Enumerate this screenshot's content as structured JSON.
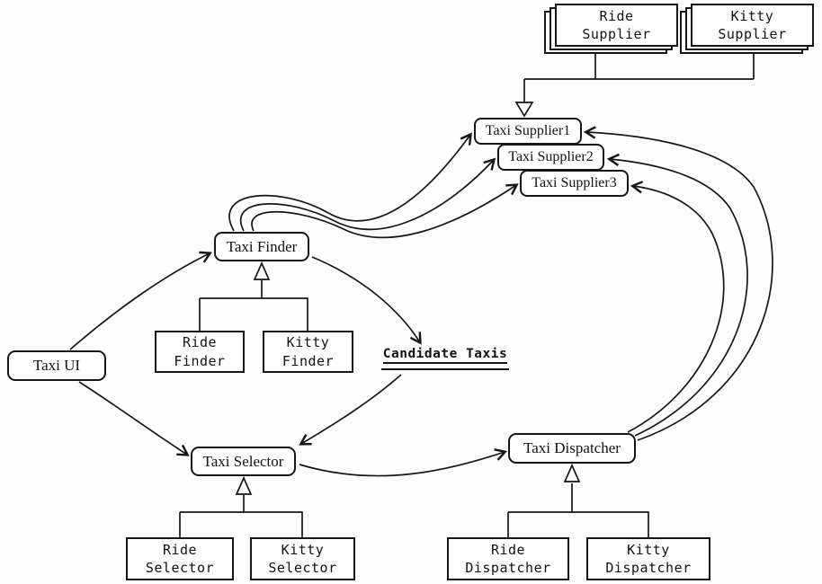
{
  "diagram": {
    "kind": "class-collaboration-diagram",
    "colors": {
      "stroke": "#161616",
      "background": "#ffffff"
    },
    "nodes": {
      "ride_supplier": {
        "label": "Ride\nSupplier",
        "shape": "stacked-rect"
      },
      "kitty_supplier": {
        "label": "Kitty\nSupplier",
        "shape": "stacked-rect"
      },
      "taxi_supplier1": {
        "label": "Taxi Supplier1",
        "shape": "rounded"
      },
      "taxi_supplier2": {
        "label": "Taxi Supplier2",
        "shape": "rounded"
      },
      "taxi_supplier3": {
        "label": "Taxi Supplier3",
        "shape": "rounded"
      },
      "taxi_finder": {
        "label": "Taxi Finder",
        "shape": "rounded"
      },
      "ride_finder": {
        "label": "Ride\nFinder",
        "shape": "rect"
      },
      "kitty_finder": {
        "label": "Kitty\nFinder",
        "shape": "rect"
      },
      "taxi_ui": {
        "label": "Taxi UI",
        "shape": "rounded"
      },
      "candidate_taxis": {
        "label": "Candidate Taxis",
        "shape": "underlined-text"
      },
      "taxi_selector": {
        "label": "Taxi Selector",
        "shape": "rounded"
      },
      "ride_selector": {
        "label": "Ride\nSelector",
        "shape": "rect"
      },
      "kitty_selector": {
        "label": "Kitty\nSelector",
        "shape": "rect"
      },
      "taxi_dispatcher": {
        "label": "Taxi Dispatcher",
        "shape": "rounded"
      },
      "ride_dispatcher": {
        "label": "Ride\nDispatcher",
        "shape": "rect"
      },
      "kitty_dispatcher": {
        "label": "Kitty\nDispatcher",
        "shape": "rect"
      }
    },
    "edges": [
      {
        "from": "ride_supplier",
        "to": "taxi_supplier1",
        "type": "generalization"
      },
      {
        "from": "kitty_supplier",
        "to": "taxi_supplier1",
        "type": "generalization"
      },
      {
        "from": "ride_finder",
        "to": "taxi_finder",
        "type": "generalization"
      },
      {
        "from": "kitty_finder",
        "to": "taxi_finder",
        "type": "generalization"
      },
      {
        "from": "ride_selector",
        "to": "taxi_selector",
        "type": "generalization"
      },
      {
        "from": "kitty_selector",
        "to": "taxi_selector",
        "type": "generalization"
      },
      {
        "from": "ride_dispatcher",
        "to": "taxi_dispatcher",
        "type": "generalization"
      },
      {
        "from": "kitty_dispatcher",
        "to": "taxi_dispatcher",
        "type": "generalization"
      },
      {
        "from": "taxi_ui",
        "to": "taxi_finder",
        "type": "arrow"
      },
      {
        "from": "taxi_ui",
        "to": "taxi_selector",
        "type": "arrow"
      },
      {
        "from": "taxi_finder",
        "to": "taxi_supplier1",
        "type": "arrow"
      },
      {
        "from": "taxi_finder",
        "to": "taxi_supplier2",
        "type": "arrow"
      },
      {
        "from": "taxi_finder",
        "to": "taxi_supplier3",
        "type": "arrow"
      },
      {
        "from": "taxi_finder",
        "to": "candidate_taxis",
        "type": "arrow"
      },
      {
        "from": "candidate_taxis",
        "to": "taxi_selector",
        "type": "arrow"
      },
      {
        "from": "taxi_selector",
        "to": "taxi_dispatcher",
        "type": "arrow"
      },
      {
        "from": "taxi_dispatcher",
        "to": "taxi_supplier1",
        "type": "arrow"
      },
      {
        "from": "taxi_dispatcher",
        "to": "taxi_supplier2",
        "type": "arrow"
      },
      {
        "from": "taxi_dispatcher",
        "to": "taxi_supplier3",
        "type": "arrow"
      }
    ]
  }
}
